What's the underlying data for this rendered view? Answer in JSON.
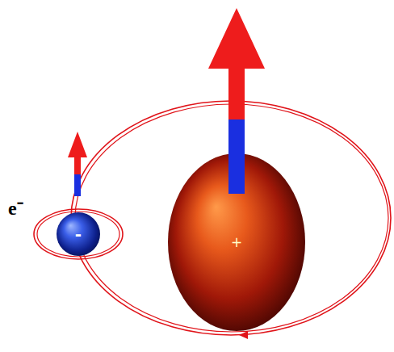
{
  "diagram": {
    "nodes": [
      {
        "text": [
          "-"
        ]
      },
      {
        "text": [
          "+"
        ]
      }
    ],
    "labels": [
      "e⁻"
    ]
  }
}
